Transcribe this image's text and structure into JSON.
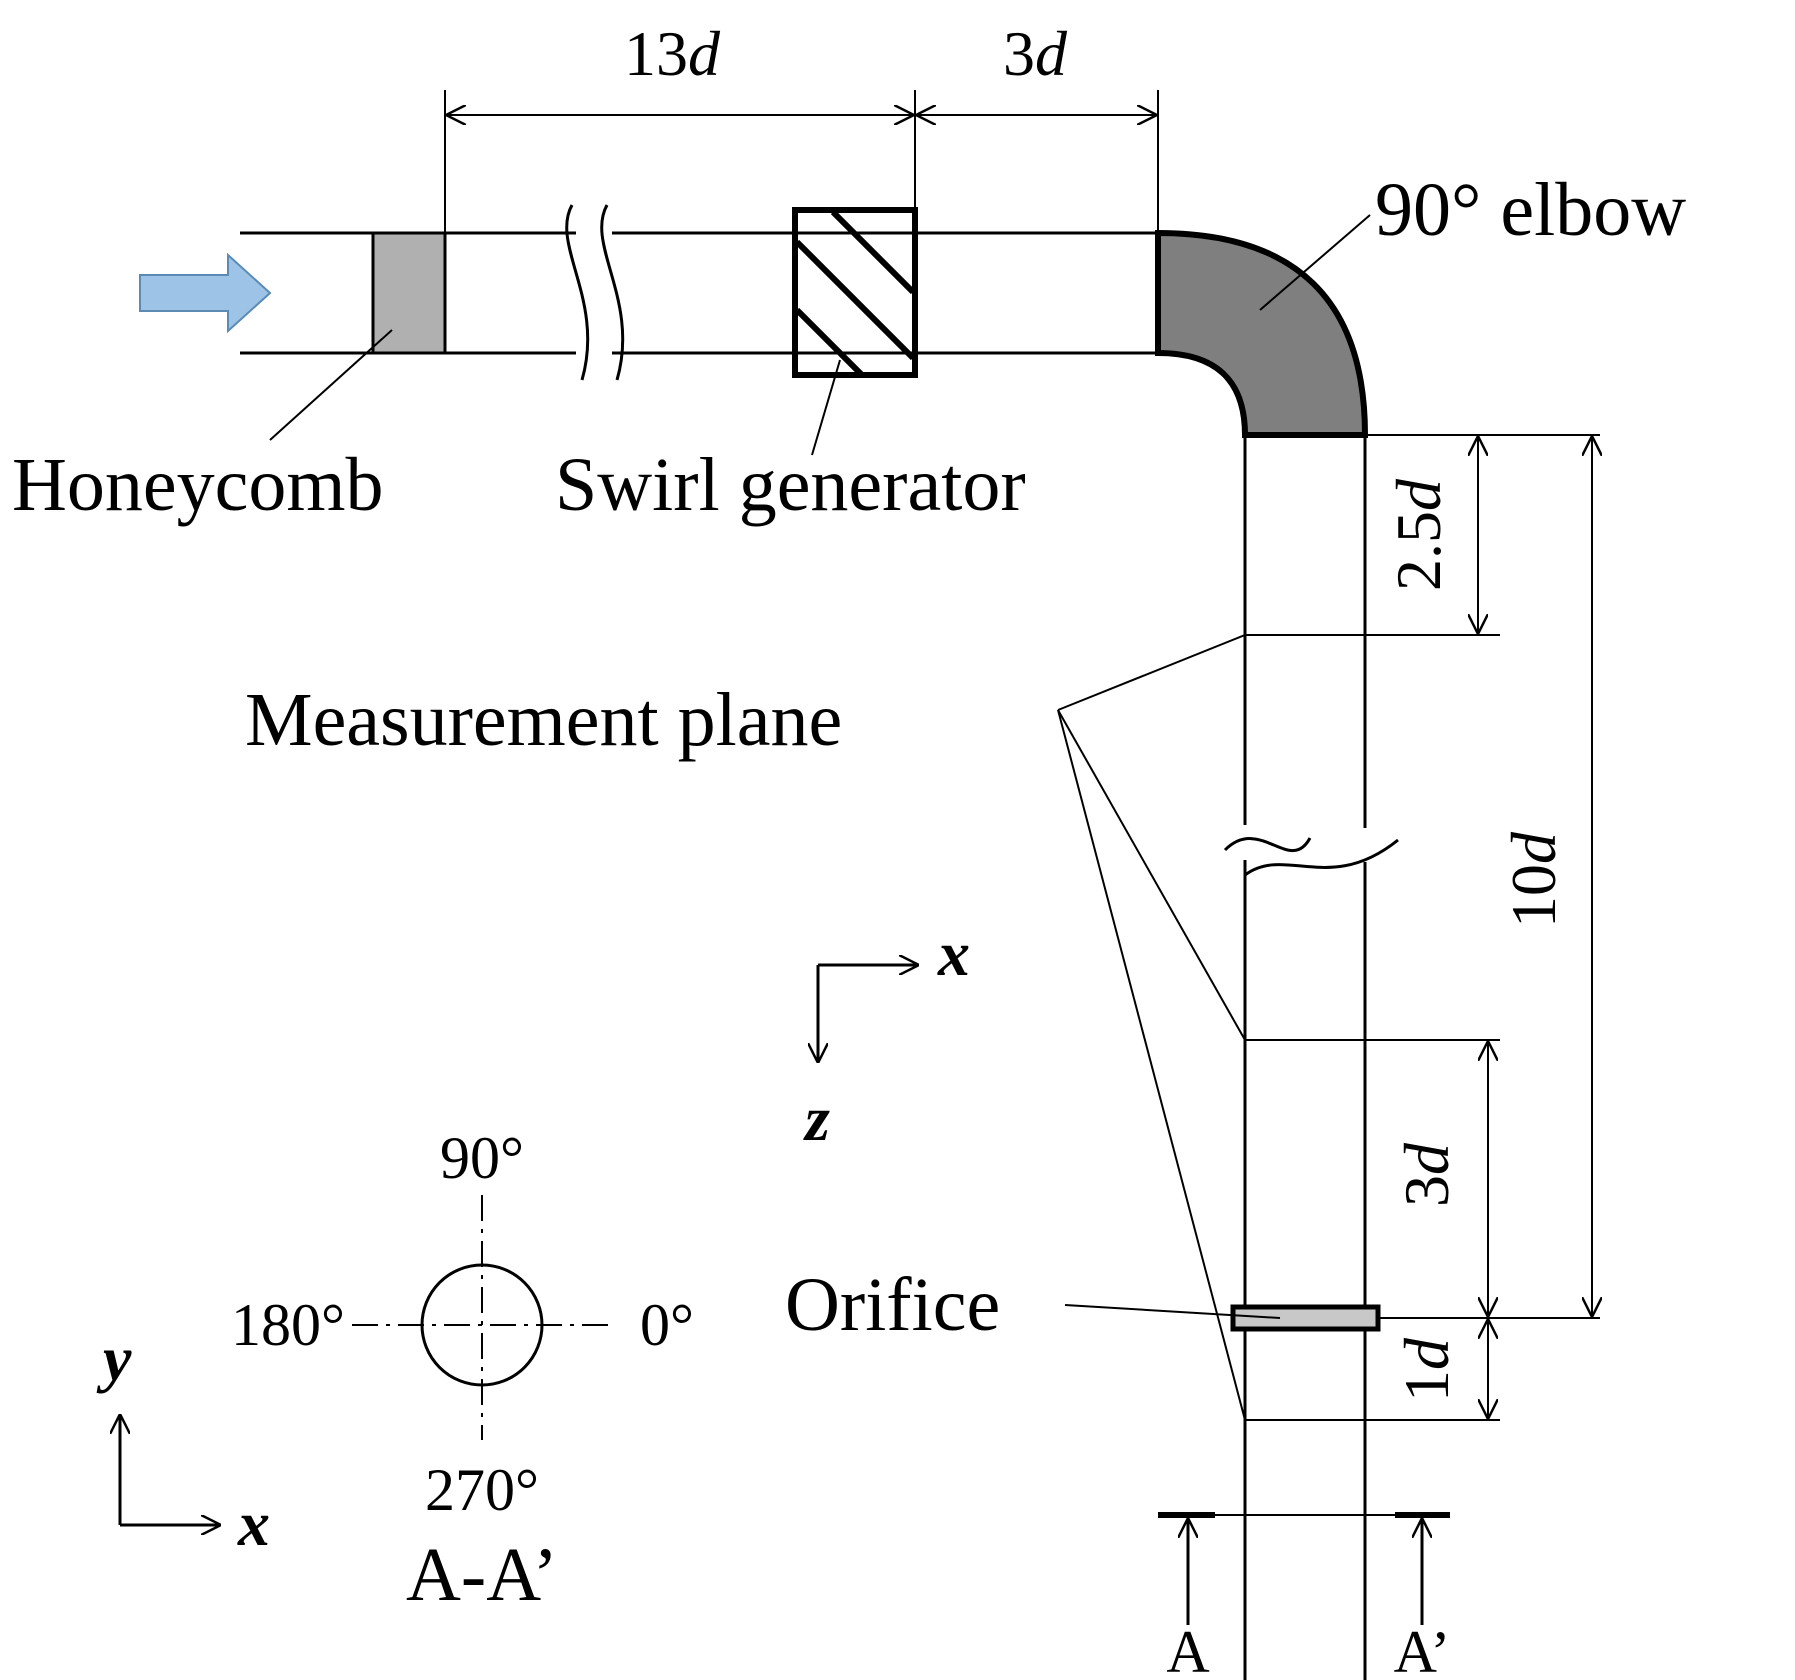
{
  "colors": {
    "arrow_fill": "#9dc3e6",
    "arrow_stroke": "#5b8bb5",
    "honeycomb_fill": "#b0b0b0",
    "elbow_fill": "#7f7f7f",
    "orifice_fill": "#c8c8c8"
  },
  "labels": {
    "honeycomb": "Honeycomb",
    "swirl_generator": "Swirl generator",
    "elbow": "90° elbow",
    "measurement_plane": "Measurement plane",
    "orifice": "Orifice",
    "section": "A-A’",
    "section_a": "A",
    "section_a_prime": "A’"
  },
  "dimensions": {
    "d13": {
      "num": "13",
      "unit": "d"
    },
    "d3_top": {
      "num": "3",
      "unit": "d"
    },
    "d2_5": {
      "num": "2.5",
      "unit": "d"
    },
    "d10": {
      "num": "10",
      "unit": "d"
    },
    "d3_lower": {
      "num": "3",
      "unit": "d"
    },
    "d1": {
      "num": "1",
      "unit": "d"
    }
  },
  "axes": {
    "x": "x",
    "z": "z",
    "y": "y",
    "x2": "x"
  },
  "angles": {
    "a90": "90°",
    "a180": "180°",
    "a0": "0°",
    "a270": "270°"
  }
}
